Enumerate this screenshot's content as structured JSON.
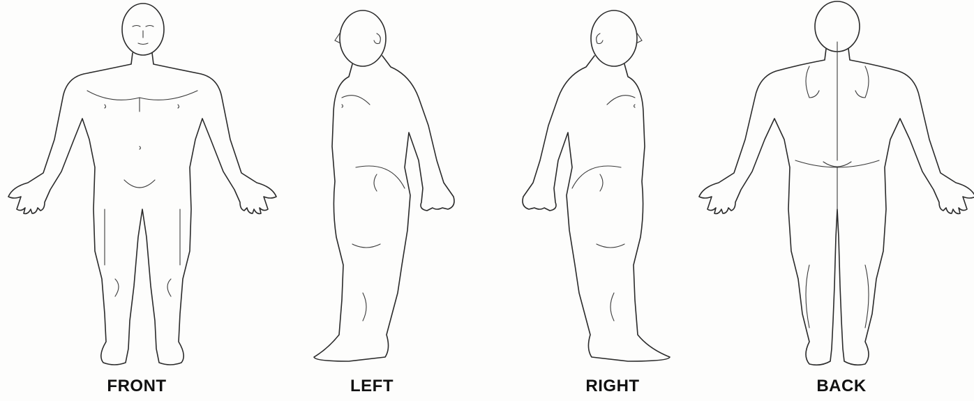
{
  "views": [
    {
      "id": "front",
      "label": "FRONT"
    },
    {
      "id": "left",
      "label": "LEFT"
    },
    {
      "id": "right",
      "label": "RIGHT"
    },
    {
      "id": "back",
      "label": "BACK"
    }
  ],
  "colors": {
    "background": "#fdfdfc",
    "line": "#2a2a2a",
    "label": "#111111"
  }
}
